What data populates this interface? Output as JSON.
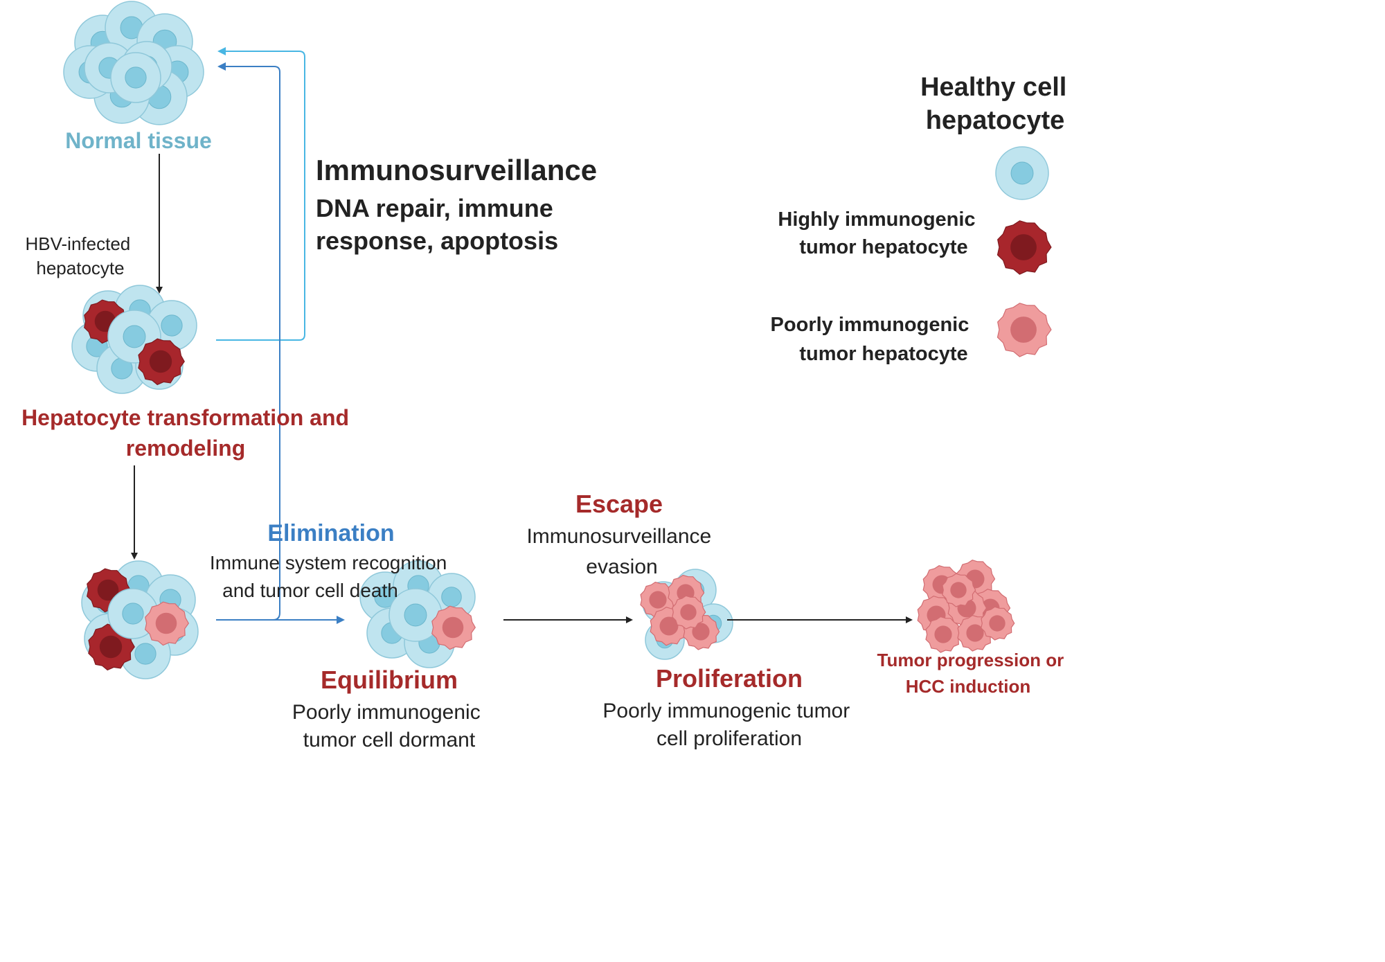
{
  "stages": {
    "normal_tissue": "Normal tissue",
    "hbv_infected": [
      "HBV-infected",
      "hepatocyte"
    ],
    "transformation": [
      "Hepatocyte transformation and",
      "remodeling"
    ],
    "elimination": {
      "title": "Elimination",
      "desc": [
        "Immune system recognition",
        "and tumor cell death"
      ]
    },
    "equilibrium": {
      "title": "Equilibrium",
      "desc": [
        "Poorly immunogenic",
        "tumor cell dormant"
      ]
    },
    "escape": {
      "title": "Escape",
      "desc": [
        "Immunosurveillance",
        "evasion"
      ]
    },
    "proliferation": {
      "title": "Proliferation",
      "desc": [
        "Poorly immunogenic tumor",
        "cell proliferation"
      ]
    },
    "tumor_progression": [
      "Tumor progression or",
      "HCC induction"
    ]
  },
  "immunosurveillance": {
    "title": "Immunosurveillance",
    "desc": [
      "DNA repair, immune",
      "response, apoptosis"
    ]
  },
  "legend": {
    "healthy": [
      "Healthy cell",
      "hepatocyte"
    ],
    "highly": [
      "Highly immunogenic",
      "tumor hepatocyte"
    ],
    "poorly": [
      "Poorly immunogenic",
      "tumor hepatocyte"
    ]
  },
  "colors": {
    "normal_label": "#6fb3c9",
    "dark_red": "#a52a2a",
    "elimination_blue": "#3b7fc4",
    "light_blue_arrow": "#48b6e3",
    "text_dark": "#222222",
    "healthy_cell": "#bfe4ef",
    "healthy_nucleus": "#86cbe0",
    "high_tumor": "#a8262c",
    "high_nucleus": "#7f1a1f",
    "poor_tumor": "#ef9c9d",
    "poor_nucleus": "#d26d72"
  }
}
